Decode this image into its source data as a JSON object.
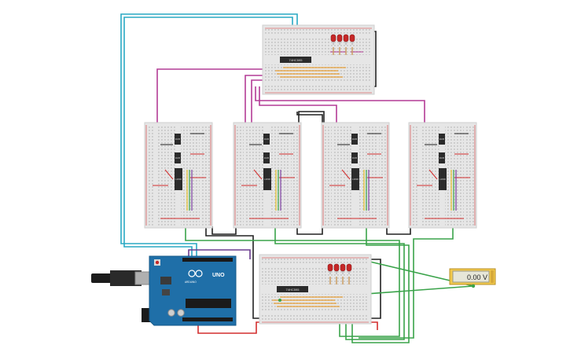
{
  "canvas": {
    "background": "#ffffff"
  },
  "top_breadboard": {
    "chip_label": "74HC595",
    "led_colors": [
      "#c62828",
      "#c62828",
      "#c62828",
      "#c62828"
    ]
  },
  "bottom_breadboard": {
    "chip_label": "74HC595",
    "led_colors": [
      "#c62828",
      "#c62828",
      "#c62828",
      "#c62828"
    ]
  },
  "mid_breadboards": [
    {
      "id": "bb1",
      "upper_chip": "4N35",
      "middle_chip": "4N35",
      "ic_label": "L293D"
    },
    {
      "id": "bb2",
      "upper_chip": "4N35",
      "middle_chip": "4N35",
      "ic_label": "L293D"
    },
    {
      "id": "bb3",
      "upper_chip": "4N35",
      "middle_chip": "4N35",
      "ic_label": "L293D"
    },
    {
      "id": "bb4",
      "upper_chip": "4N35",
      "middle_chip": "4N35",
      "ic_label": "L293D"
    }
  ],
  "arduino": {
    "model_label": "UNO",
    "brand_label": "ARDUINO",
    "color": "#1f6fa8"
  },
  "multimeter": {
    "reading": "0.00 V",
    "body_color": "#f2c94c"
  },
  "wire_colors": {
    "cyan": "#2aa9c4",
    "magenta": "#b43c96",
    "black": "#222222",
    "red": "#d32f2f",
    "green": "#3aa34a",
    "orange": "#e8a13a",
    "yellow": "#e6c229"
  }
}
